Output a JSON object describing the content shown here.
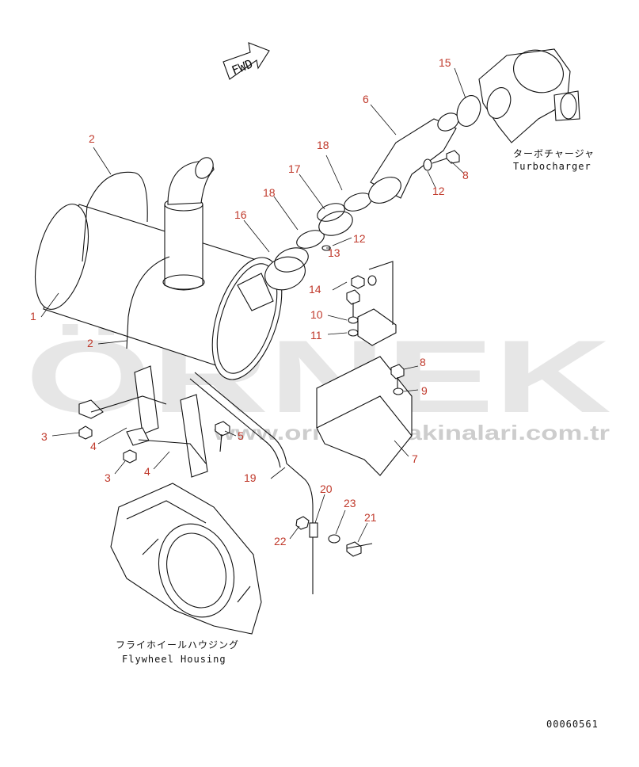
{
  "diagram": {
    "fwd_label": "FWD",
    "labels": {
      "turbo_jp": "ターボチャージャ",
      "turbo_en": "Turbocharger",
      "flywheel_jp": "フライホイールハウジング",
      "flywheel_en": "Flywheel Housing"
    },
    "drawing_number": "00060561",
    "callouts": [
      {
        "id": "c1",
        "text": "1"
      },
      {
        "id": "c2a",
        "text": "2"
      },
      {
        "id": "c2b",
        "text": "2"
      },
      {
        "id": "c3a",
        "text": "3"
      },
      {
        "id": "c3b",
        "text": "3"
      },
      {
        "id": "c4a",
        "text": "4"
      },
      {
        "id": "c4b",
        "text": "4"
      },
      {
        "id": "c5",
        "text": "5"
      },
      {
        "id": "c6",
        "text": "6"
      },
      {
        "id": "c7",
        "text": "7"
      },
      {
        "id": "c8a",
        "text": "8"
      },
      {
        "id": "c8b",
        "text": "8"
      },
      {
        "id": "c9",
        "text": "9"
      },
      {
        "id": "c10",
        "text": "10"
      },
      {
        "id": "c11",
        "text": "11"
      },
      {
        "id": "c12a",
        "text": "12"
      },
      {
        "id": "c12b",
        "text": "12"
      },
      {
        "id": "c13",
        "text": "13"
      },
      {
        "id": "c14",
        "text": "14"
      },
      {
        "id": "c15",
        "text": "15"
      },
      {
        "id": "c16",
        "text": "16"
      },
      {
        "id": "c17",
        "text": "17"
      },
      {
        "id": "c18a",
        "text": "18"
      },
      {
        "id": "c18b",
        "text": "18"
      },
      {
        "id": "c19",
        "text": "19"
      },
      {
        "id": "c20",
        "text": "20"
      },
      {
        "id": "c21",
        "text": "21"
      },
      {
        "id": "c22",
        "text": "22"
      },
      {
        "id": "c23",
        "text": "23"
      }
    ]
  },
  "watermark": {
    "brand": "ÖRNEK",
    "url": "www.ornekismakinalari.com.tr"
  },
  "colors": {
    "callout": "#c0392b",
    "line": "#111111",
    "watermark": "#d2d2d2"
  }
}
